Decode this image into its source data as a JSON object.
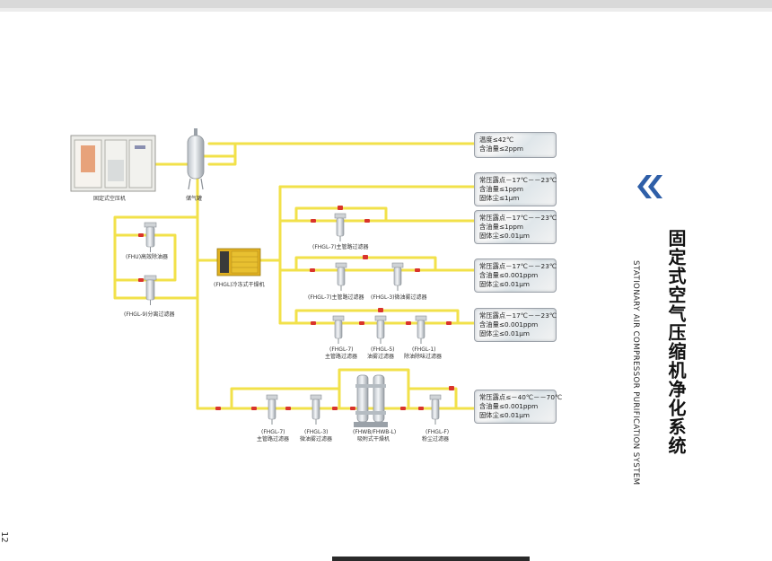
{
  "page_number": "12",
  "title_cn": "固定式空气压缩机净化系统",
  "title_en": "STATIONARY AIR COMPRESSOR PURIFICATION SYSTEM",
  "colors": {
    "pipe": "#f2e14a",
    "valve": "#d9342b",
    "chevron": "#2f5fa8",
    "dryer": "#e0b020"
  },
  "equipment": {
    "compressor": "固定式空压机",
    "air_tank": "储气罐",
    "fhu": "(FHU)高效除油器",
    "fhgl9": "(FHGL-9)分离过滤器",
    "fhgl_dryer": "(FHGL)冷冻式干燥机",
    "row1_f1": "(FHGL-7)主管路过滤器",
    "row2_f1": "(FHGL-7)主管路过滤器",
    "row2_f2": "(FHGL-3)微油雾过滤器",
    "row3_f1_code": "(FHGL-7)",
    "row3_f1_name": "主管路过滤器",
    "row3_f2_code": "(FHGL-5)",
    "row3_f2_name": "油雾过滤器",
    "row3_f3_code": "(FHGL-1)",
    "row3_f3_name": "除油除味过滤器",
    "row4_f1_code": "(FHGL-7)",
    "row4_f1_name": "主管路过滤器",
    "row4_f2_code": "(FHGL-3)",
    "row4_f2_name": "微油雾过滤器",
    "row4_dryer_code": "(FHWB/FHWB-L)",
    "row4_dryer_name": "吸附式干燥机",
    "row4_f3_code": "(FHGL-F)",
    "row4_f3_name": "粉尘过滤器"
  },
  "spec_boxes": [
    {
      "lines": [
        "温度≤42℃",
        "含油量≤2ppm"
      ]
    },
    {
      "lines": [
        "常压露点－17℃－－23℃",
        "含油量≤1ppm",
        "固体尘≤1μm"
      ]
    },
    {
      "lines": [
        "常压露点－17℃－－23℃",
        "含油量≤1ppm",
        "固体尘≤0.01μm"
      ]
    },
    {
      "lines": [
        "常压露点－17℃－－23℃",
        "含油量≤0.001ppm",
        "固体尘≤0.01μm"
      ]
    },
    {
      "lines": [
        "常压露点－17℃－－23℃",
        "含油量≤0.001ppm",
        "固体尘≤0.01μm"
      ]
    },
    {
      "lines": [
        "常压露点≤－40℃－－70℃",
        "含油量≤0.001ppm",
        "固体尘≤0.01μm"
      ]
    }
  ]
}
